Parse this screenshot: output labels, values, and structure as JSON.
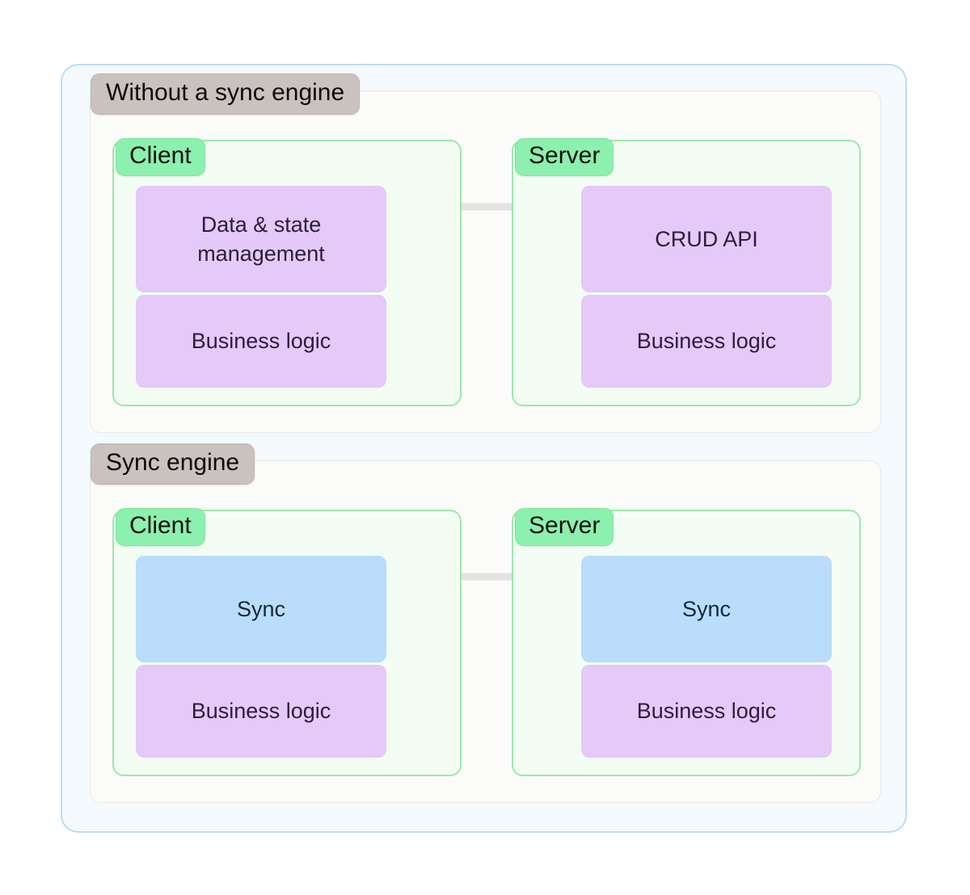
{
  "diagram": {
    "title_visible": false,
    "colors": {
      "outer_border": "#bcdcf5",
      "outer_bg": "#f4fafe",
      "section_bg": "#fbfbfa",
      "section_border": "#e9e8e6",
      "section_label_bg": "#c9c2bf",
      "node_bg": "#f3fdf4",
      "node_border": "#9fe7ab",
      "node_label_bg": "#8cf0ae",
      "block_purple": "#e5c9f8",
      "block_blue": "#b9ddfa",
      "arrow": "#e2e2e0",
      "text_purple": "#2b1e3a",
      "text_blue": "#16263a"
    },
    "sections": [
      {
        "id": "without-sync-engine",
        "label": "Without a sync engine",
        "nodes": [
          {
            "id": "client",
            "label": "Client",
            "blocks": [
              {
                "text": "Data & state management",
                "color": "purple",
                "size": "tall"
              },
              {
                "text": "Business logic",
                "color": "purple",
                "size": "short"
              }
            ]
          },
          {
            "id": "server",
            "label": "Server",
            "blocks": [
              {
                "text": "CRUD API",
                "color": "purple",
                "size": "tall"
              },
              {
                "text": "Business logic",
                "color": "purple",
                "size": "short"
              }
            ]
          }
        ],
        "connector": {
          "type": "double-arrow",
          "direction": "bidirectional"
        }
      },
      {
        "id": "sync-engine",
        "label": "Sync engine",
        "nodes": [
          {
            "id": "client",
            "label": "Client",
            "blocks": [
              {
                "text": "Sync",
                "color": "blue",
                "size": "tall"
              },
              {
                "text": "Business logic",
                "color": "purple",
                "size": "short"
              }
            ]
          },
          {
            "id": "server",
            "label": "Server",
            "blocks": [
              {
                "text": "Sync",
                "color": "blue",
                "size": "tall"
              },
              {
                "text": "Business logic",
                "color": "purple",
                "size": "short"
              }
            ]
          }
        ],
        "connector": {
          "type": "double-arrow",
          "direction": "bidirectional"
        }
      }
    ]
  }
}
